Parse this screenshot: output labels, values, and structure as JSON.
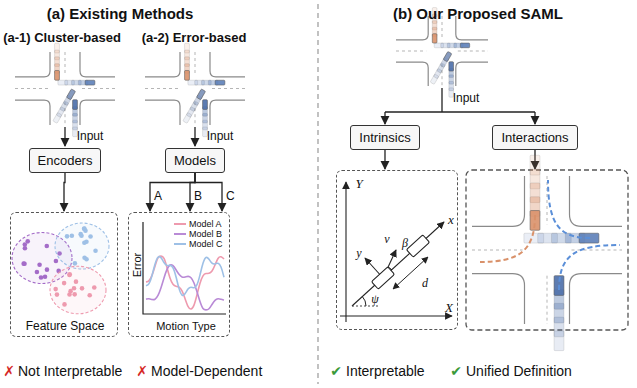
{
  "diagram": {
    "nodes": [
      {
        "text": [
          "Encoders"
        ]
      },
      {
        "text": [
          "Models"
        ]
      },
      {
        "text": [
          "Feature Space"
        ]
      },
      {
        "text": [
          "Error",
          "Motion Type"
        ]
      },
      {
        "text": [
          "Intrinsics"
        ]
      },
      {
        "text": [
          "Interactions"
        ]
      },
      {
        "text": [
          "Y",
          "X",
          "x",
          "y",
          "v",
          "β",
          "d",
          "ψ"
        ]
      }
    ],
    "edges": [
      {
        "from": 0,
        "to": 2,
        "arrow": "to"
      },
      {
        "from": 1,
        "to": 3,
        "label": "A",
        "arrow": "to"
      },
      {
        "from": 1,
        "to": 3,
        "label": "B",
        "arrow": "to"
      },
      {
        "from": 1,
        "to": 3,
        "label": "C",
        "arrow": "to"
      },
      {
        "from": 4,
        "to": 6,
        "arrow": "to"
      }
    ],
    "labels": [
      "(a) Existing Methods",
      "(b) Our Proposed SAML",
      "(a-1) Cluster-based",
      "(a-2) Error-based",
      "Input",
      "Input",
      "Input",
      "✗",
      "Not Interpretable",
      "✗",
      "Model-Dependent",
      "✔",
      "Interpretable",
      "✔",
      "Unified Definition"
    ],
    "legend": [
      {
        "text": "Model A"
      },
      {
        "text": "Model B"
      },
      {
        "text": "Model C"
      }
    ]
  }
}
